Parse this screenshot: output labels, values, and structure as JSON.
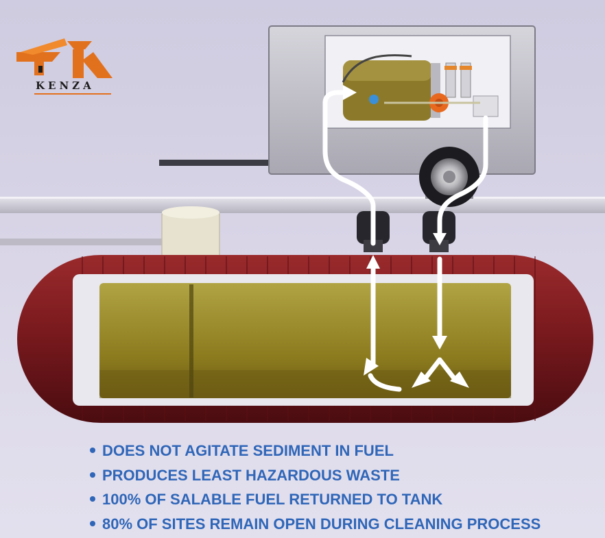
{
  "logo": {
    "text": "KENZA",
    "icon": "house-k-logo-icon"
  },
  "bullets": [
    "DOES NOT AGITATE SEDIMENT IN FUEL",
    "PRODUCES LEAST HAZARDOUS WASTE",
    "100% OF SALABLE FUEL RETURNED TO TANK",
    "80% OF SITES REMAIN OPEN DURING CLEANING PROCESS"
  ],
  "colors": {
    "tank": "#7a1a1e",
    "fuel": "#8a7a1c",
    "bullet_text": "#2f66b8",
    "logo_orange": "#e2711d",
    "flow_arrow": "#ffffff"
  }
}
